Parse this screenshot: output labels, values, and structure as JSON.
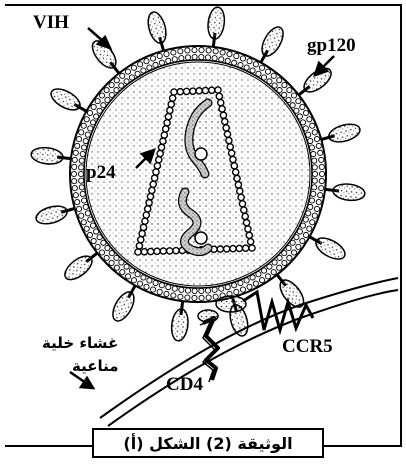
{
  "labels": {
    "virus": "VIH",
    "glycoprotein": "gp120",
    "capsid_protein": "p24",
    "coreceptor": "CCR5",
    "receptor": "CD4",
    "membrane_line1": "غشاء خلية",
    "membrane_line2": "مناعية"
  },
  "caption": "الوثيقة (2) الشكل (أ)"
}
